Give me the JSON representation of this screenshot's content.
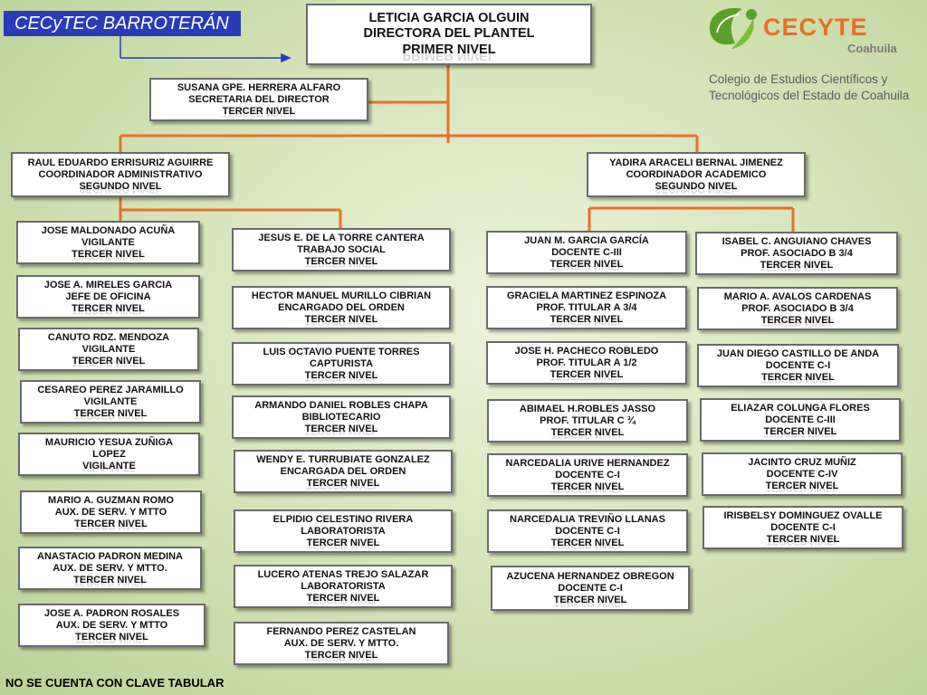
{
  "campus": "CECyTEC BARROTERÁN",
  "footer": "NO SE CUENTA CON CLAVE TABULAR",
  "logo": {
    "title": "CECYTE",
    "state": "Coahuila",
    "subtitle_line1": "Colegio de Estudios Científicos y",
    "subtitle_line2": "Tecnológicos del Estado de Coahuila",
    "colors": {
      "orange": "#e8702a",
      "green": "#5aa02c"
    }
  },
  "colors": {
    "connector": "#e8702a",
    "banner": "#2a3bb8"
  },
  "nodes": [
    {
      "id": "directora",
      "lines": [
        "LETICIA GARCIA OLGUIN",
        "DIRECTORA  DEL PLANTEL",
        "PRIMER NIVEL"
      ]
    },
    {
      "id": "secretaria",
      "lines": [
        "SUSANA GPE. HERRERA ALFARO",
        "SECRETARIA DEL DIRECTOR",
        "TERCER NIVEL"
      ]
    },
    {
      "id": "coord-admin",
      "lines": [
        "RAUL EDUARDO ERRISURIZ AGUIRRE",
        "COORDINADOR ADMINISTRATIVO",
        "SEGUNDO NIVEL"
      ]
    },
    {
      "id": "coord-acad",
      "lines": [
        "YADIRA ARACELI BERNAL JIMENEZ",
        "COORDINADOR ACADEMICO",
        "SEGUNDO NIVEL"
      ]
    },
    {
      "id": "c1-1",
      "lines": [
        "JOSE MALDONADO ACUÑA",
        "VIGILANTE",
        "TERCER NIVEL"
      ]
    },
    {
      "id": "c1-2",
      "lines": [
        "JOSE A. MIRELES GARCIA",
        "JEFE DE OFICINA",
        "TERCER NIVEL"
      ]
    },
    {
      "id": "c1-3",
      "lines": [
        "CANUTO RDZ. MENDOZA",
        "VIGILANTE",
        "TERCER NIVEL"
      ]
    },
    {
      "id": "c1-4",
      "lines": [
        "CESAREO PEREZ JARAMILLO",
        "VIGILANTE",
        "TERCER NIVEL"
      ]
    },
    {
      "id": "c1-5",
      "lines": [
        "MAURICIO YESUA ZUÑIGA",
        "LOPEZ",
        "VIGILANTE"
      ]
    },
    {
      "id": "c1-6",
      "lines": [
        "MARIO A. GUZMAN ROMO",
        "AUX. DE SERV. Y MTTO",
        "TERCER NIVEL"
      ]
    },
    {
      "id": "c1-7",
      "lines": [
        "ANASTACIO PADRON MEDINA",
        "AUX. DE SERV. Y MTTO.",
        "TERCER NIVEL"
      ]
    },
    {
      "id": "c1-8",
      "lines": [
        "JOSE A. PADRON ROSALES",
        "AUX. DE SERV. Y MTTO",
        "TERCER NIVEL"
      ]
    },
    {
      "id": "c2-1",
      "lines": [
        "JESUS E. DE LA TORRE CANTERA",
        "TRABAJO SOCIAL",
        "TERCER NIVEL"
      ]
    },
    {
      "id": "c2-2",
      "lines": [
        "HECTOR MANUEL MURILLO CIBRIAN",
        "ENCARGADO DEL ORDEN",
        "TERCER NIVEL"
      ]
    },
    {
      "id": "c2-3",
      "lines": [
        "LUIS OCTAVIO PUENTE TORRES",
        "CAPTURISTA",
        "TERCER NIVEL"
      ]
    },
    {
      "id": "c2-4",
      "lines": [
        "ARMANDO DANIEL ROBLES CHAPA",
        "BIBLIOTECARIO",
        "TERCER NIVEL"
      ]
    },
    {
      "id": "c2-5",
      "lines": [
        "WENDY E. TURRUBIATE GONZALEZ",
        "ENCARGADA DEL ORDEN",
        "TERCER NIVEL"
      ]
    },
    {
      "id": "c2-6",
      "lines": [
        "ELPIDIO CELESTINO RIVERA",
        "LABORATORISTA",
        "TERCER NIVEL"
      ]
    },
    {
      "id": "c2-7",
      "lines": [
        "LUCERO ATENAS TREJO SALAZAR",
        "LABORATORISTA",
        "TERCER NIVEL"
      ]
    },
    {
      "id": "c2-8",
      "lines": [
        "FERNANDO PEREZ CASTELAN",
        "AUX. DE SERV. Y MTTO.",
        "TERCER NIVEL"
      ]
    },
    {
      "id": "c3-1",
      "lines": [
        "JUAN M. GARCIA GARCÍA",
        "DOCENTE C-III",
        "TERCER NIVEL"
      ]
    },
    {
      "id": "c3-2",
      "lines": [
        "GRACIELA MARTINEZ ESPINOZA",
        "PROF. TITULAR A 3/4",
        "TERCER NIVEL"
      ]
    },
    {
      "id": "c3-3",
      "lines": [
        "JOSE H. PACHECO ROBLEDO",
        "PROF. TITULAR A 1/2",
        "TERCER NIVEL"
      ]
    },
    {
      "id": "c3-4",
      "lines": [
        "ABIMAEL H.ROBLES JASSO",
        "PROF. TITULAR C ¾",
        "TERCER NIVEL"
      ]
    },
    {
      "id": "c3-5",
      "lines": [
        "NARCEDALIA URIVE HERNANDEZ",
        "DOCENTE C-I",
        "TERCER NIVEL"
      ]
    },
    {
      "id": "c3-6",
      "lines": [
        "NARCEDALIA TREVIÑO LLANAS",
        "DOCENTE C-I",
        "TERCER NIVEL"
      ]
    },
    {
      "id": "c3-7",
      "lines": [
        "AZUCENA HERNANDEZ OBREGON",
        "DOCENTE C-I",
        "TERCER NIVEL"
      ]
    },
    {
      "id": "c4-1",
      "lines": [
        "ISABEL C. ANGUIANO CHAVES",
        "PROF. ASOCIADO B 3/4",
        "TERCER NIVEL"
      ]
    },
    {
      "id": "c4-2",
      "lines": [
        "MARIO A. AVALOS CARDENAS",
        "PROF. ASOCIADO B 3/4",
        "TERCER NIVEL"
      ]
    },
    {
      "id": "c4-3",
      "lines": [
        "JUAN DIEGO CASTILLO DE ANDA",
        "DOCENTE C-I",
        "TERCER NIVEL"
      ]
    },
    {
      "id": "c4-4",
      "lines": [
        "ELIAZAR COLUNGA FLORES",
        "DOCENTE C-III",
        "TERCER NIVEL"
      ]
    },
    {
      "id": "c4-5",
      "lines": [
        "JACINTO CRUZ MUÑIZ",
        "DOCENTE C-IV",
        "TERCER NIVEL"
      ]
    },
    {
      "id": "c4-6",
      "lines": [
        "IRISBELSY DOMINGUEZ OVALLE",
        "DOCENTE C-I",
        "TERCER NIVEL"
      ]
    }
  ]
}
